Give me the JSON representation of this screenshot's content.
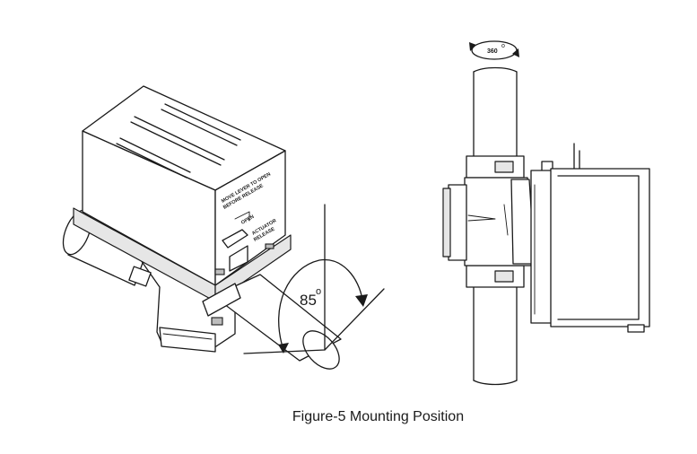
{
  "caption": "Figure-5 Mounting Position",
  "angle_label": {
    "value": "85",
    "unit": "o"
  },
  "rotation_label": {
    "value": "360",
    "unit": "o"
  },
  "actuator_labels": {
    "line1": "MOVE LEVER TO OPEN",
    "line2": "BEFORE RELEASE",
    "open": "OPEN",
    "release1": "ACTUATOR",
    "release2": "RELEASE"
  }
}
